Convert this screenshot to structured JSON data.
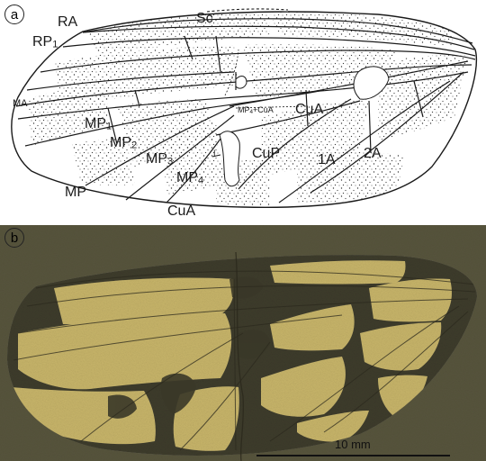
{
  "panels": [
    {
      "id": "a",
      "letter": "a"
    },
    {
      "id": "b",
      "letter": "b"
    }
  ],
  "vein_labels": {
    "sc": "Sc",
    "ra": "RA",
    "rp1": "RP",
    "rp1_sub": "1",
    "ma": "MA",
    "mp": "MP",
    "mp1": "MP",
    "mp1_sub": "1",
    "mp2": "MP",
    "mp2_sub": "2",
    "mp3": "MP",
    "mp3_sub": "3",
    "mp4": "MP",
    "mp4_sub": "4",
    "mp4_cua": "MP",
    "mp4_cua_sub": "4",
    "mp4_cua_suffix": "+CuA",
    "cua_upper": "CuA",
    "cua_lower": "CuA",
    "cup": "CuP",
    "one_a": "1A",
    "two_a": "2A",
    "i_mark": "I"
  },
  "scale_bar": {
    "label": "10 mm"
  },
  "colors": {
    "line": "#1a1a1a",
    "stipple": "#3a3a3a",
    "fossil_dark": "#3e3c2c",
    "fossil_light": "#c8b56a",
    "matrix": "#5b5841"
  }
}
